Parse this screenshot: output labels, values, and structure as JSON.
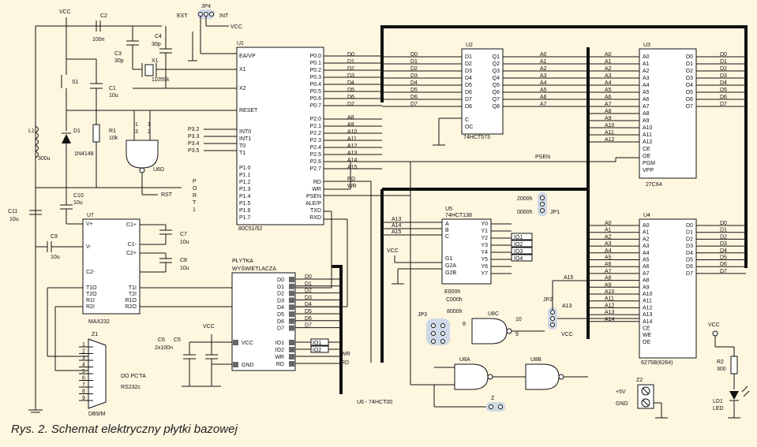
{
  "caption": "Rys. 2. Schemat elektryczny płytki bazowej",
  "power": {
    "vcc": "VCC",
    "int": "INT",
    "ext": "EXT"
  },
  "labels": {
    "jp4": "JP4",
    "jp1": "JP1",
    "jp2": "JP2",
    "jp3": "JP3",
    "c2": "C2",
    "c2v": "100n",
    "c3": "C3",
    "c3v": "30p",
    "c4": "C4",
    "c4v": "30p",
    "x1": "X1",
    "x1v": "11059k",
    "s1": "S1",
    "c1": "C1",
    "c1v": "10u",
    "l1": "L1",
    "l1v": "300u",
    "d1": "D1",
    "d1v": "1N4148",
    "r1": "R1",
    "r1v": "10k",
    "u6d": "U6D",
    "rst": "RST",
    "c10": "C10",
    "c10v": "10u",
    "c11": "C11",
    "c11v": "10u",
    "c9": "C9",
    "c9v": "10u",
    "c7": "C7",
    "c7v": "10u",
    "c8": "C8",
    "c8v": "10u",
    "u7": "U7",
    "u7n": "MAX232",
    "z1": "Z1",
    "db9": "DB9/M",
    "pcta": "DO PC'TA",
    "rs": "RS232c",
    "plytka1": "PŁYTKA",
    "plytka2": "WYŚWIETLACZA",
    "c6": "C6",
    "c5": "C5",
    "c6v": "2x100n",
    "u1": "U1",
    "u1n": "80C51/52",
    "u2": "U2",
    "u2n": "74HCT573",
    "u3": "U3",
    "u3n": "27C64",
    "u4": "U4",
    "u4n": "6275B(6264)",
    "u5": "U5",
    "u5n": "74HCT138",
    "u6": "U6 - 74HCT00",
    "u8a": "U8A",
    "u8b": "U8B",
    "u8c": "U8C",
    "z": "Z",
    "z2": "Z2",
    "p5v": "+5V",
    "gnd": "GND",
    "r2": "R2",
    "r2v": "300",
    "ld1": "LD1",
    "led": "LED",
    "h2000": "2000h",
    "h0000": "0000h",
    "he000": "E000h",
    "hc000": "C000h",
    "h8000": "8000h",
    "psen": "PSEN",
    "rd": "RD",
    "wr": "WR",
    "port": "PORT"
  },
  "u1": {
    "left": [
      "EA/VP",
      "X1",
      "X2",
      "RESET",
      "INT0",
      "INT1",
      "T0",
      "T1",
      "P1.0",
      "P1.1",
      "P1.2",
      "P1.3",
      "P1.4",
      "P1.5",
      "P1.6",
      "P1.7"
    ],
    "right": [
      "P0.0",
      "P0.1",
      "P0.2",
      "P0.3",
      "P0.4",
      "P0.5",
      "P0.6",
      "P0.7",
      "P2.0",
      "P2.1",
      "P2.2",
      "P2.3",
      "P2.4",
      "P2.5",
      "P2.6",
      "P2.7",
      "RD",
      "WR",
      "PSEN",
      "ALE/P",
      "TXD",
      "RXD"
    ]
  },
  "u2": {
    "left": [
      "D1",
      "D2",
      "D3",
      "D4",
      "D5",
      "D6",
      "D7",
      "D8",
      "C",
      "OC"
    ],
    "right": [
      "Q1",
      "Q2",
      "Q3",
      "Q4",
      "Q5",
      "Q6",
      "Q7",
      "Q8"
    ]
  },
  "u3": {
    "left": [
      "A0",
      "A1",
      "A2",
      "A3",
      "A4",
      "A5",
      "A6",
      "A7",
      "A8",
      "A9",
      "A10",
      "A11",
      "A12",
      "CE",
      "OE",
      "PGM",
      "VPP"
    ],
    "right": [
      "O0",
      "O1",
      "O2",
      "O3",
      "O4",
      "O5",
      "O6",
      "O7"
    ]
  },
  "u4": {
    "left": [
      "A0",
      "A1",
      "A2",
      "A3",
      "A4",
      "A5",
      "A6",
      "A7",
      "A8",
      "A9",
      "A10",
      "A11",
      "A12",
      "A13",
      "A14",
      "CE",
      "WE",
      "OE"
    ],
    "right": [
      "D0",
      "D1",
      "D2",
      "D3",
      "D4",
      "D5",
      "D6",
      "D7"
    ]
  },
  "u5": {
    "left": [
      "A",
      "B",
      "C",
      "G1",
      "G2A",
      "G2B"
    ],
    "right": [
      "Y0",
      "Y1",
      "Y2",
      "Y3",
      "Y4",
      "Y5",
      "Y6",
      "Y7"
    ]
  },
  "u7": {
    "left": [
      "V+",
      "V-",
      "C2-",
      "T1O",
      "T2O",
      "R1I",
      "R2I"
    ],
    "right": [
      "C1+",
      "C1-",
      "C2+",
      "T1I",
      "T2I",
      "R1O",
      "R2O"
    ]
  },
  "disp": {
    "pins": [
      "D0",
      "D1",
      "D2",
      "D3",
      "D4",
      "D5",
      "D6",
      "D7",
      "VCC",
      "GND",
      "IO1",
      "IO2",
      "WR",
      "RD"
    ]
  },
  "io": [
    "IO1",
    "IO2",
    "IO3",
    "IO4"
  ],
  "buses": {
    "d": [
      "D0",
      "D1",
      "D2",
      "D3",
      "D4",
      "D5",
      "D6",
      "D7"
    ],
    "a": [
      "A0",
      "A1",
      "A2",
      "A3",
      "A4",
      "A5",
      "A6",
      "A7",
      "A8",
      "A9",
      "A10",
      "A11",
      "A12",
      "A13",
      "A14",
      "A15"
    ]
  }
}
